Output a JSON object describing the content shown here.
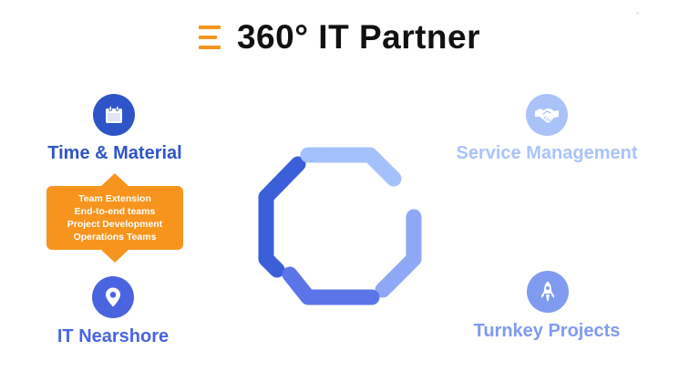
{
  "title": "360° IT Partner",
  "models": {
    "time_material": {
      "label": "Time & Material",
      "icon": "calendar-icon",
      "color": "#2e55c7"
    },
    "it_nearshore": {
      "label": "IT Nearshore",
      "icon": "location-pin-icon",
      "color": "#4a64e0"
    },
    "service_management": {
      "label": "Service Management",
      "icon": "handshake-icon",
      "color": "#a9c3f9"
    },
    "turnkey_projects": {
      "label": "Turnkey Projects",
      "icon": "rocket-icon",
      "color": "#7f9bf0"
    }
  },
  "callout": {
    "color": "#f7941d",
    "lines": [
      "Team Extension",
      "End-to-end teams",
      "Project Development",
      "Operations Teams"
    ]
  },
  "cycle": {
    "segment_colors": [
      "#3a5fd9",
      "#a4c1fb",
      "#8ea8f5",
      "#5b74e8"
    ]
  }
}
